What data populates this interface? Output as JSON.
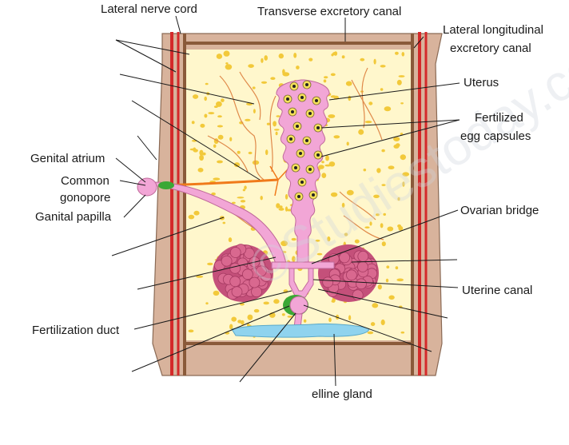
{
  "labels": {
    "lateral_nerve_cord": "Lateral nerve cord",
    "transverse_excretory_canal": "Transverse excretory canal",
    "lateral_longitudinal_line1": "Lateral longitudinal",
    "lateral_longitudinal_line2": "excretory canal",
    "uterus": "Uterus",
    "fertilized_line1": "Fertilized",
    "fertilized_line2": "egg capsules",
    "genital_atrium": "Genital atrium",
    "common_line1": "Common",
    "common_line2": "gonopore",
    "genital_papilla": "Ganital papilla",
    "ovarian_bridge": "Ovarian bridge",
    "uterine_canal": "Uterine canal",
    "fertilization_duct": "Fertilization duct",
    "vitelline_gland": "elline gland"
  },
  "watermark": "©Studiestoday.com",
  "colors": {
    "segment_tan": "#d8b39c",
    "parenchyma": "#fff7cc",
    "yolk_dots": "#f2c93a",
    "nerve_cord": "#d42a2a",
    "excretory_canal": "#8a5a3a",
    "uterus_pink": "#f2a6d6",
    "ovary": "#d9688f",
    "vitelline_blue": "#8fd3ee",
    "testis_lines": "#e08a4a",
    "vas_deferens": "#f07a1a",
    "green_ring": "#3aa835"
  }
}
